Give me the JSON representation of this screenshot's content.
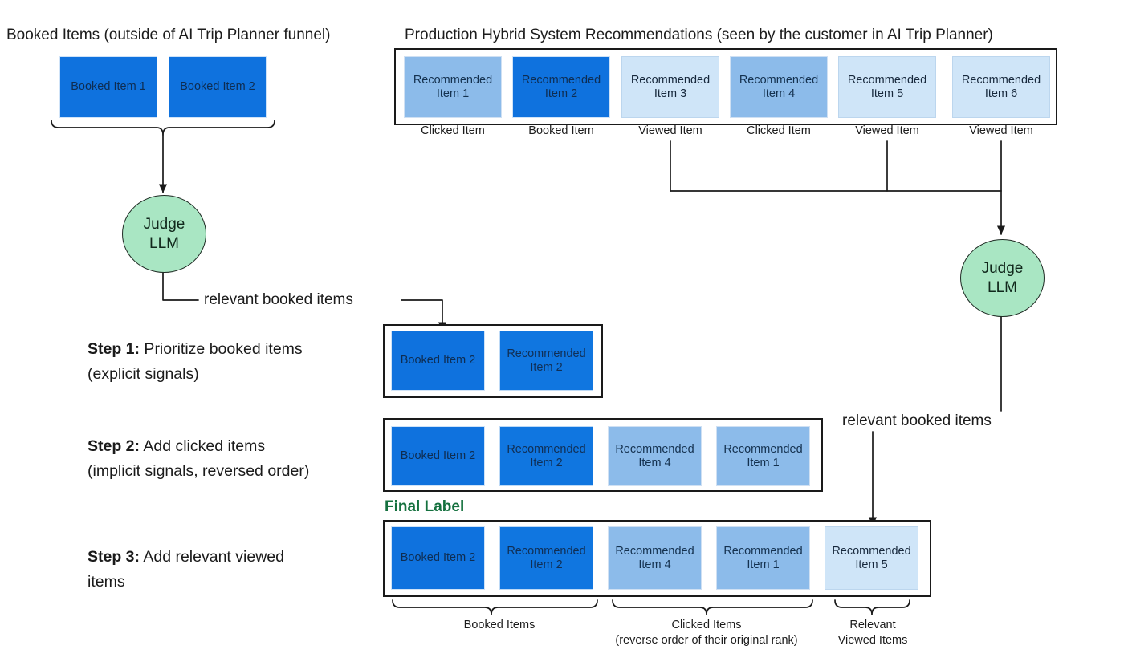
{
  "headings": {
    "left": "Booked Items (outside of AI Trip Planner funnel)",
    "right": "Production Hybrid System Recommendations (seen by the customer in AI Trip Planner)"
  },
  "booked_row": {
    "items": [
      {
        "label": "Booked Item 1",
        "kind": "booked"
      },
      {
        "label": "Booked Item 2",
        "kind": "booked"
      }
    ]
  },
  "production_row": {
    "items": [
      {
        "label": "Recommended\nItem 1",
        "caption": "Clicked Item",
        "kind": "clicked"
      },
      {
        "label": "Recommended\nItem 2",
        "caption": "Booked Item",
        "kind": "booked"
      },
      {
        "label": "Recommended\nItem 3",
        "caption": "Viewed Item",
        "kind": "viewed"
      },
      {
        "label": "Recommended\nItem 4",
        "caption": "Clicked Item",
        "kind": "clicked"
      },
      {
        "label": "Recommended\nItem 5",
        "caption": "Viewed Item",
        "kind": "viewed"
      },
      {
        "label": "Recommended\nItem 6",
        "caption": "Viewed Item",
        "kind": "viewed"
      }
    ]
  },
  "judge_left": {
    "line1": "Judge",
    "line2": "LLM"
  },
  "judge_right": {
    "line1": "Judge",
    "line2": "LLM"
  },
  "edges": {
    "left_relevant": "relevant booked items",
    "right_relevant": "relevant booked items"
  },
  "steps": [
    {
      "number": "Step 1:",
      "text": " Prioritize booked items\n(explicit signals)",
      "items": [
        {
          "label": "Booked Item 2",
          "kind": "booked"
        },
        {
          "label": "Recommended\nItem 2",
          "kind": "booked-strong"
        }
      ]
    },
    {
      "number": "Step 2:",
      "text": " Add clicked items\n(implicit signals, reversed order)",
      "items": [
        {
          "label": "Booked Item 2",
          "kind": "booked"
        },
        {
          "label": "Recommended\nItem 2",
          "kind": "booked-strong"
        },
        {
          "label": "Recommended\nItem 4",
          "kind": "clicked"
        },
        {
          "label": "Recommended\nItem 1",
          "kind": "clicked"
        }
      ]
    },
    {
      "number": "Step 3:",
      "text": " Add relevant viewed\nitems",
      "items": [
        {
          "label": "Booked Item 2",
          "kind": "booked"
        },
        {
          "label": "Recommended\nItem 2",
          "kind": "booked-strong"
        },
        {
          "label": "Recommended\nItem 4",
          "kind": "clicked"
        },
        {
          "label": "Recommended\nItem 1",
          "kind": "clicked"
        },
        {
          "label": "Recommended\nItem 5",
          "kind": "viewed"
        }
      ]
    }
  ],
  "final_label": "Final Label",
  "bottom_brackets": [
    {
      "label": "Booked Items"
    },
    {
      "label": "Clicked Items\n(reverse order of their original rank)"
    },
    {
      "label": "Relevant\nViewed Items"
    }
  ],
  "colors": {
    "booked": "#0f72de",
    "booked_strong": "#1076e0",
    "clicked": "#8cbbea",
    "viewed": "#cfe5f8",
    "judge_fill": "#a9e6c3",
    "final_label": "#15713f",
    "stroke": "#1a1a1a"
  }
}
